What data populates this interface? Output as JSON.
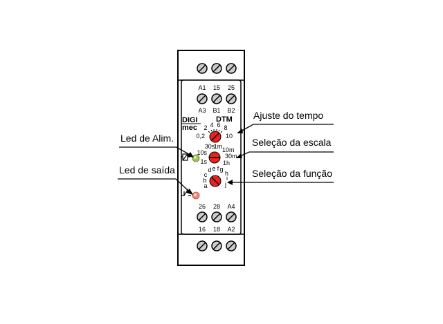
{
  "device": {
    "brand_top": "DIGI",
    "brand_bottom": "mec",
    "model": "DTM",
    "terminals": {
      "top_row_labels": [
        "A1",
        "15",
        "25"
      ],
      "top_row2_labels": [
        "A3",
        "B1",
        "B2"
      ],
      "bottom_row_labels": [
        "26",
        "28",
        "A4"
      ],
      "bottom_row2_labels": [
        "16",
        "18",
        "A2"
      ]
    },
    "time_dial": {
      "marks": [
        "2",
        "4",
        "6",
        "8",
        "0,2",
        "10"
      ]
    },
    "scale_dial": {
      "marks": [
        "30s",
        "1m",
        "10m",
        "10s",
        "30m",
        "1s",
        "1h"
      ]
    },
    "function_dial": {
      "marks": [
        "d",
        "e",
        "f",
        "g",
        "c",
        "h",
        "b",
        "i",
        "a",
        "j"
      ]
    },
    "leds": {
      "power_color": "#9ccc3c",
      "output_color": "#f08a7a"
    },
    "accent_color": "#e8231e"
  },
  "callouts": {
    "time_adjust": "Ajuste do tempo",
    "power_led": "Led de Alim.",
    "scale_select": "Seleção da escala",
    "output_led": "Led de saída",
    "function_select": "Seleção da função"
  }
}
